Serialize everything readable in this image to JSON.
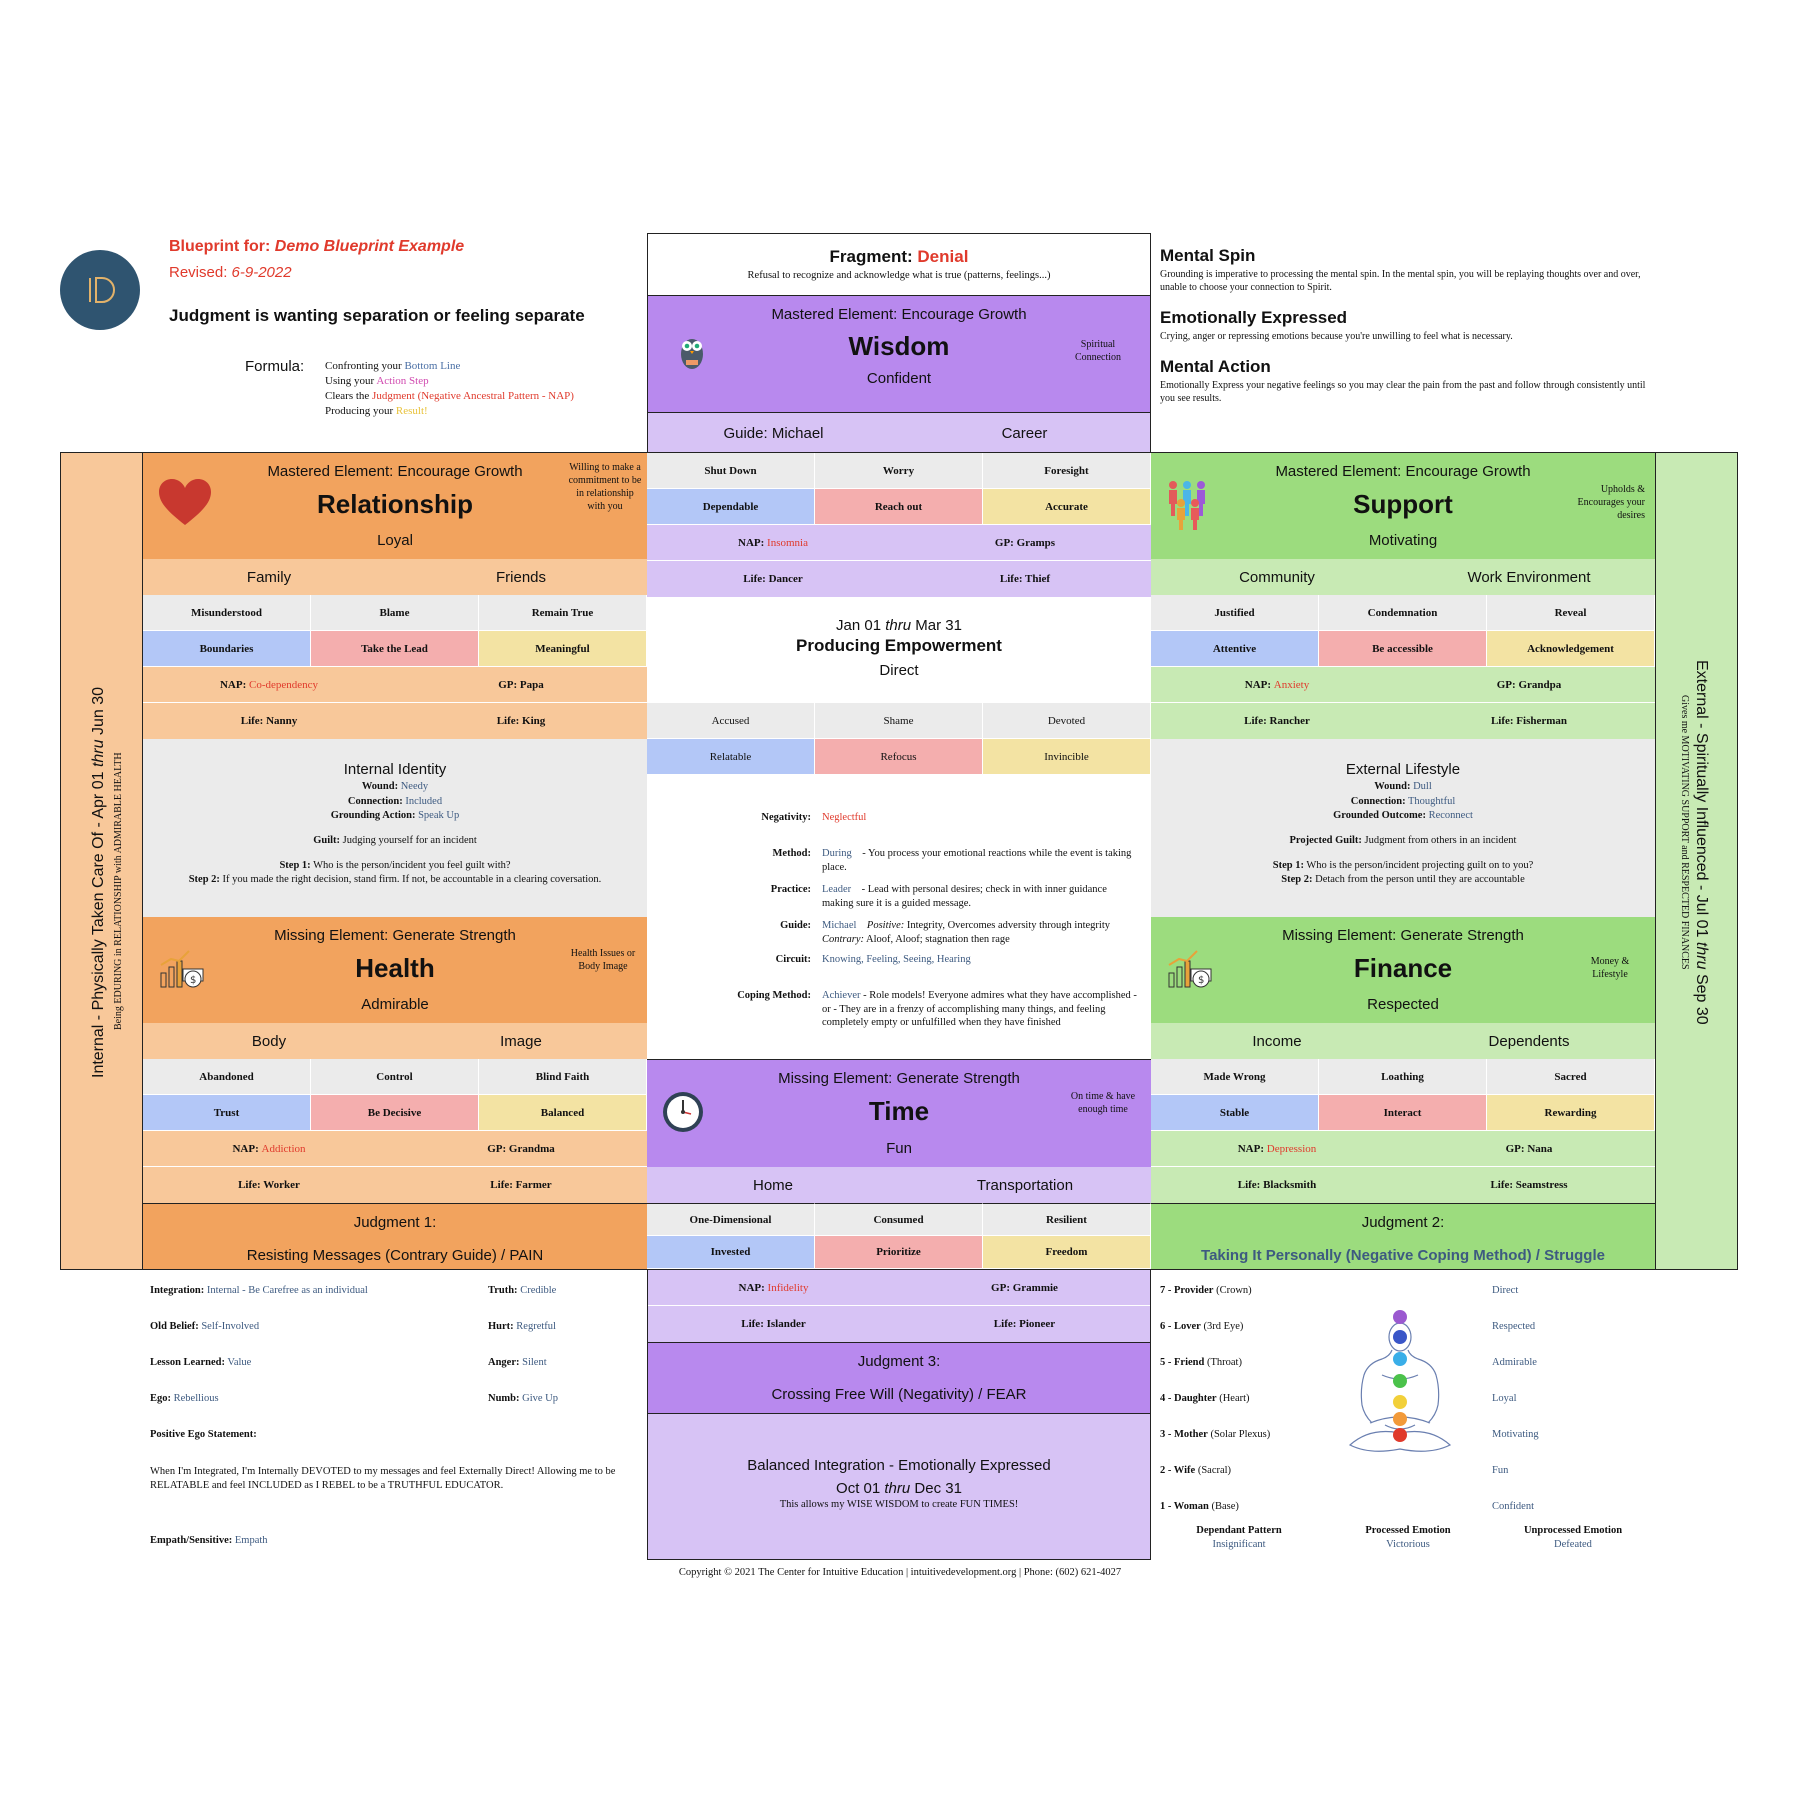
{
  "header": {
    "blueprint_label": "Blueprint for:",
    "blueprint_name": "Demo Blueprint Example",
    "revised_label": "Revised:",
    "revised_date": "6-9-2022",
    "statement": "Judgment is wanting separation or feeling separate",
    "formula_label": "Formula:",
    "formula": [
      {
        "pre": "Confronting your ",
        "hl": "Bottom Line",
        "post": ""
      },
      {
        "pre": "Using your ",
        "hl": "Action Step",
        "post": ""
      },
      {
        "pre": "Clears the ",
        "hl": "Judgment (Negative Ancestral Pattern - NAP)",
        "post": ""
      },
      {
        "pre": "Producing your ",
        "hl": "Result!",
        "post": ""
      }
    ]
  },
  "fragment": {
    "label": "Fragment:",
    "value": "Denial",
    "desc": "Refusal to recognize and acknowledge what is true (patterns, feelings...)"
  },
  "right_notes": [
    {
      "title": "Mental Spin",
      "text": "Grounding is imperative to processing the mental spin. In the mental spin, you will be replaying thoughts over and over, unable to choose your connection to Spirit."
    },
    {
      "title": "Emotionally Expressed",
      "text": "Crying, anger or repressing emotions because you're unwilling to feel what is necessary."
    },
    {
      "title": "Mental Action",
      "text": "Emotionally Express your negative feelings so you may clear the pain from the past and follow through consistently until you see results."
    }
  ],
  "wisdom": {
    "element": "Mastered Element: Encourage Growth",
    "name": "Wisdom",
    "quality": "Confident",
    "side": "Spiritual Connection",
    "guide": "Guide: Michael",
    "career": "Career",
    "top": [
      "Shut Down",
      "Worry",
      "Foresight"
    ],
    "bottom": [
      "Dependable",
      "Reach out",
      "Accurate"
    ],
    "nap_label": "NAP:",
    "nap": "Insomnia",
    "gp": "GP: Gramps",
    "life1": "Life: Dancer",
    "life2": "Life: Thief"
  },
  "relationship": {
    "element": "Mastered Element: Encourage Growth",
    "name": "Relationship",
    "quality": "Loyal",
    "side": "Willing to make a commitment to be in relationship with you",
    "h1": "Family",
    "h2": "Friends",
    "top": [
      "Misunderstood",
      "Blame",
      "Remain True"
    ],
    "bottom": [
      "Boundaries",
      "Take the Lead",
      "Meaningful"
    ],
    "nap_label": "NAP:",
    "nap": "Co-dependency",
    "gp": "GP: Papa",
    "life1": "Life: Nanny",
    "life2": "Life: King"
  },
  "support": {
    "element": "Mastered Element: Encourage Growth",
    "name": "Support",
    "quality": "Motivating",
    "side": "Upholds & Encourages your desires",
    "h1": "Community",
    "h2": "Work Environment",
    "top": [
      "Justified",
      "Condemnation",
      "Reveal"
    ],
    "bottom": [
      "Attentive",
      "Be accessible",
      "Acknowledgement"
    ],
    "nap_label": "NAP:",
    "nap": "Anxiety",
    "gp": "GP: Grandpa",
    "life1": "Life: Rancher",
    "life2": "Life: Fisherman"
  },
  "center": {
    "dates_a": "Jan 01",
    "thru": "thru",
    "dates_b": "Mar 31",
    "title": "Producing Empowerment",
    "sub": "Direct",
    "top": [
      "Accused",
      "Shame",
      "Devoted"
    ],
    "bottom": [
      "Relatable",
      "Refocus",
      "Invincible"
    ]
  },
  "internal": {
    "title": "Internal Identity",
    "wound_l": "Wound:",
    "wound": "Needy",
    "conn_l": "Connection:",
    "conn": "Included",
    "act_l": "Grounding Action:",
    "act": "Speak Up",
    "guilt_l": "Guilt:",
    "guilt": "Judging yourself for an incident",
    "s1_l": "Step 1:",
    "s1": "Who is the person/incident you feel guilt with?",
    "s2_l": "Step 2:",
    "s2": "If you made the right decision, stand firm. If not, be accountable in a clearing coversation."
  },
  "external": {
    "title": "External Lifestyle",
    "wound_l": "Wound:",
    "wound": "Dull",
    "conn_l": "Connection:",
    "conn": "Thoughtful",
    "act_l": "Grounded Outcome:",
    "act": "Reconnect",
    "guilt_l": "Projected Guilt:",
    "guilt": "Judgment from others in an incident",
    "s1_l": "Step 1:",
    "s1": "Who is the person/incident projecting guilt on to you?",
    "s2_l": "Step 2:",
    "s2": "Detach from the person until they are accountable"
  },
  "method": {
    "neg_l": "Negativity:",
    "neg": "Neglectful",
    "method_l": "Method:",
    "method_k": "During",
    "method": "- You process your emotional reactions while the event is taking place.",
    "practice_l": "Practice:",
    "practice_k": "Leader",
    "practice": "- Lead with personal desires; check in with inner guidance making sure it is a guided message.",
    "guide_l": "Guide:",
    "guide_k": "Michael",
    "guide_pos": "Positive:",
    "guide": "Integrity, Overcomes adversity through integrity",
    "guide_con": "Contrary:",
    "guide2": "Aloof, Aloof; stagnation then rage",
    "circuit_l": "Circuit:",
    "circuit": "Knowing, Feeling, Seeing, Hearing",
    "coping_l": "Coping Method:",
    "coping_k": "Achiever",
    "coping": "- Role models! Everyone admires what they have accomplished - or - They are in a frenzy of accomplishing many things, and feeling completely empty or unfulfilled when they have finished"
  },
  "health": {
    "element": "Missing Element: Generate Strength",
    "name": "Health",
    "quality": "Admirable",
    "side": "Health Issues or Body Image",
    "h1": "Body",
    "h2": "Image",
    "top": [
      "Abandoned",
      "Control",
      "Blind Faith"
    ],
    "bottom": [
      "Trust",
      "Be Decisive",
      "Balanced"
    ],
    "nap_label": "NAP:",
    "nap": "Addiction",
    "gp": "GP: Grandma",
    "life1": "Life: Worker",
    "life2": "Life: Farmer"
  },
  "finance": {
    "element": "Missing Element: Generate Strength",
    "name": "Finance",
    "quality": "Respected",
    "side": "Money & Lifestyle",
    "h1": "Income",
    "h2": "Dependents",
    "top": [
      "Made Wrong",
      "Loathing",
      "Sacred"
    ],
    "bottom": [
      "Stable",
      "Interact",
      "Rewarding"
    ],
    "nap_label": "NAP:",
    "nap": "Depression",
    "gp": "GP: Nana",
    "life1": "Life: Blacksmith",
    "life2": "Life: Seamstress"
  },
  "time": {
    "element": "Missing Element: Generate Strength",
    "name": "Time",
    "quality": "Fun",
    "side": "On time & have enough time",
    "h1": "Home",
    "h2": "Transportation",
    "top": [
      "One-Dimensional",
      "Consumed",
      "Resilient"
    ],
    "bottom": [
      "Invested",
      "Prioritize",
      "Freedom"
    ],
    "nap_label": "NAP:",
    "nap": "Infidelity",
    "gp": "GP: Grammie",
    "life1": "Life: Islander",
    "life2": "Life: Pioneer"
  },
  "judgments": {
    "j1_t": "Judgment 1:",
    "j1": "Resisting Messages (Contrary Guide) / PAIN",
    "j2_t": "Judgment 2:",
    "j2": "Taking It Personally (Negative Coping Method) / Struggle",
    "j3_t": "Judgment 3:",
    "j3": "Crossing Free Will (Negativity) / FEAR"
  },
  "balanced": {
    "title": "Balanced Integration - Emotionally Expressed",
    "dates_a": "Oct 01",
    "thru": "thru",
    "dates_b": "Dec 31",
    "desc": "This allows my WISE WISDOM to create FUN TIMES!"
  },
  "side_left": {
    "title_a": "Internal - Physically Taken Care Of - Apr 01",
    "thru": "thru",
    "title_b": "Jun 30",
    "sub": "Being EDURING in RELATIONSHIP with ADMIRABLE HEALTH"
  },
  "side_right": {
    "title_a": "External - Spiritually Influenced - Jul 01",
    "thru": "thru",
    "title_b": "Sep 30",
    "sub": "Gives me MOTIVATING SUPPORT and RESPECTED FINANCES"
  },
  "bottom_left": {
    "integration_l": "Integration:",
    "integration": "Internal - Be Carefree as an individual",
    "truth_l": "Truth:",
    "truth": "Credible",
    "belief_l": "Old Belief:",
    "belief": "Self-Involved",
    "hurt_l": "Hurt:",
    "hurt": "Regretful",
    "lesson_l": "Lesson Learned:",
    "lesson": "Value",
    "anger_l": "Anger:",
    "anger": "Silent",
    "ego_l": "Ego:",
    "ego": "Rebellious",
    "numb_l": "Numb:",
    "numb": "Give Up",
    "pes_l": "Positive Ego Statement:",
    "pes": "When I'm Integrated, I'm Internally DEVOTED to my messages and feel Externally Direct! Allowing me to be RELATABLE and feel INCLUDED as I REBEL to be a TRUTHFUL EDUCATOR.",
    "empath_l": "Empath/Sensitive:",
    "empath": "Empath"
  },
  "chakras": [
    {
      "n": "7 - Provider",
      "p": "(Crown)",
      "v": "Direct"
    },
    {
      "n": "6 - Lover",
      "p": "(3rd Eye)",
      "v": "Respected"
    },
    {
      "n": "5 - Friend",
      "p": "(Throat)",
      "v": "Admirable"
    },
    {
      "n": "4 - Daughter",
      "p": "(Heart)",
      "v": "Loyal"
    },
    {
      "n": "3 - Mother",
      "p": "(Solar Plexus)",
      "v": "Motivating"
    },
    {
      "n": "2 - Wife",
      "p": "(Sacral)",
      "v": "Fun"
    },
    {
      "n": "1 - Woman",
      "p": "(Base)",
      "v": "Confident"
    }
  ],
  "patterns": [
    {
      "l": "Dependant Pattern",
      "v": "Insignificant"
    },
    {
      "l": "Processed Emotion",
      "v": "Victorious"
    },
    {
      "l": "Unprocessed Emotion",
      "v": "Defeated"
    }
  ],
  "colors": {
    "orange": "#f2a35e",
    "green": "#9cdc7e",
    "purple": "#b889ee",
    "accent_red": "#e03a2c"
  },
  "icons": {
    "logo": "id-logo-icon",
    "heart": "heart-icon",
    "owl": "owl-icon",
    "people": "people-icon",
    "money": "money-chart-icon",
    "clock": "clock-icon",
    "meditation": "meditation-figure-icon"
  },
  "copyright": "Copyright © 2021 The Center for Intuitive Education | intuitivedevelopment.org | Phone: (602) 621-4027"
}
